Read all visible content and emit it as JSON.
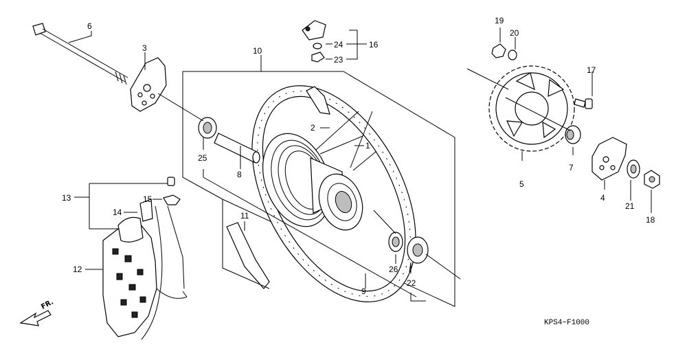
{
  "diagram": {
    "code": "KPS4−F1000",
    "direction_label": "FR.",
    "callouts": {
      "c1": "1",
      "c2": "2",
      "c3": "3",
      "c4": "4",
      "c5": "5",
      "c6": "6",
      "c7": "7",
      "c8": "8",
      "c9": "9",
      "c10": "10",
      "c12": "12",
      "c13": "13",
      "c14": "14",
      "c15": "15",
      "c16": "16",
      "c17": "17",
      "c18": "18",
      "c19": "19",
      "c20": "20",
      "c21": "21",
      "c22": "22",
      "c23": "23",
      "c24": "24",
      "c25": "25",
      "c26": "26",
      "c11": "11"
    }
  }
}
